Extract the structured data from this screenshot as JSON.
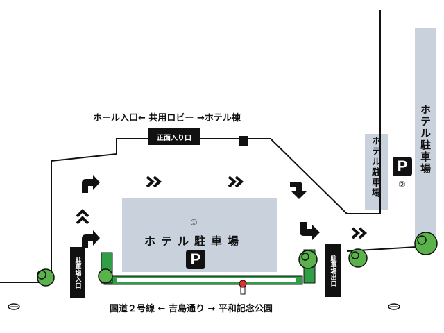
{
  "colors": {
    "lot_fill": "#c9d2dc",
    "hedge": "#2f9e44",
    "tree": "#5ab34a",
    "road_line": "#111111",
    "label_bg": "#111111"
  },
  "labels": {
    "top_direction": "ホール入口← 共用ロビー →ホテル棟",
    "main_entrance": "正面入り口",
    "entrance": "駐車場入口",
    "exit": "駐車場出口",
    "bottom_road": "国道２号線 ← 吉島通り → 平和記念公園"
  },
  "lots": [
    {
      "number": "①",
      "name": "ホテル駐車場",
      "badge": "P"
    },
    {
      "number": "②",
      "name": "ホテル駐車場",
      "badge": "P"
    },
    {
      "number": "",
      "name": "ホテル駐車場",
      "badge": ""
    }
  ],
  "icons": [
    "turn-right-arrow",
    "double-chevron-up",
    "double-chevron-right",
    "turn-down-arrow",
    "turn-right-down-arrow",
    "tree-icon",
    "manhole-icon",
    "person-marker-icon"
  ]
}
